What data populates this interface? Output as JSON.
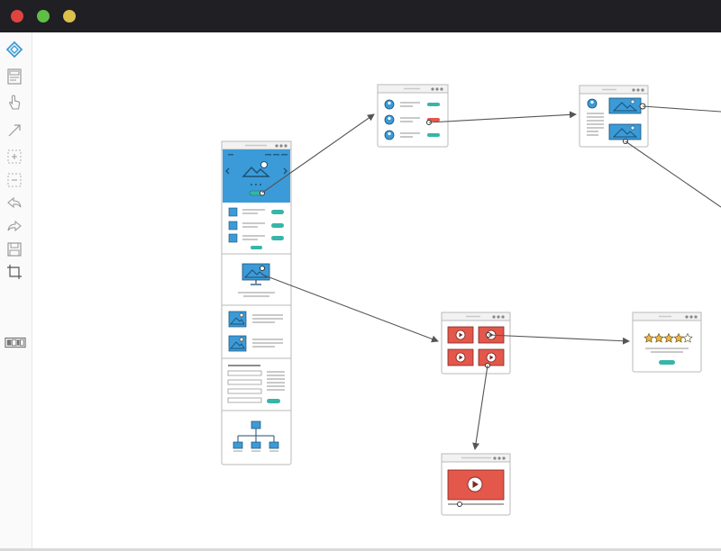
{
  "window": {
    "controls": [
      {
        "name": "close",
        "color": "#e0443e"
      },
      {
        "name": "maximize",
        "color": "#5fbf45"
      },
      {
        "name": "minimize",
        "color": "#dcc04b"
      }
    ]
  },
  "toolbar": {
    "tools": [
      {
        "icon": "logo-icon"
      },
      {
        "icon": "page-layout-icon"
      },
      {
        "icon": "hand-pointer-icon"
      },
      {
        "icon": "connector-arrow-icon"
      },
      {
        "icon": "zoom-in-icon"
      },
      {
        "icon": "zoom-out-icon"
      },
      {
        "icon": "undo-icon"
      },
      {
        "icon": "redo-icon"
      },
      {
        "icon": "save-icon"
      },
      {
        "icon": "crop-icon"
      },
      {
        "icon": "export-icon"
      }
    ]
  },
  "colors": {
    "accent_blue": "#3b9bd8",
    "teal": "#36b5a8",
    "red": "#e4574b",
    "star": "#f2b33d",
    "frame_line": "#b9b9b9",
    "text_line": "#a9a9a9",
    "connector": "#555555"
  },
  "canvas": {
    "screens": [
      {
        "id": "home",
        "type": "home-page",
        "sections": [
          "hero-slider",
          "list-items",
          "monitor-image",
          "image-text-list",
          "form",
          "sitemap"
        ]
      },
      {
        "id": "users",
        "type": "user-list"
      },
      {
        "id": "gallery",
        "type": "image-gallery"
      },
      {
        "id": "videos",
        "type": "video-grid"
      },
      {
        "id": "rating",
        "type": "rating",
        "stars_filled": 4,
        "stars_total": 5
      },
      {
        "id": "player",
        "type": "video-player"
      }
    ],
    "connections": [
      {
        "from": "home",
        "to": "users"
      },
      {
        "from": "users",
        "to": "gallery"
      },
      {
        "from": "home",
        "to": "videos"
      },
      {
        "from": "videos",
        "to": "rating"
      },
      {
        "from": "videos",
        "to": "player"
      }
    ]
  }
}
